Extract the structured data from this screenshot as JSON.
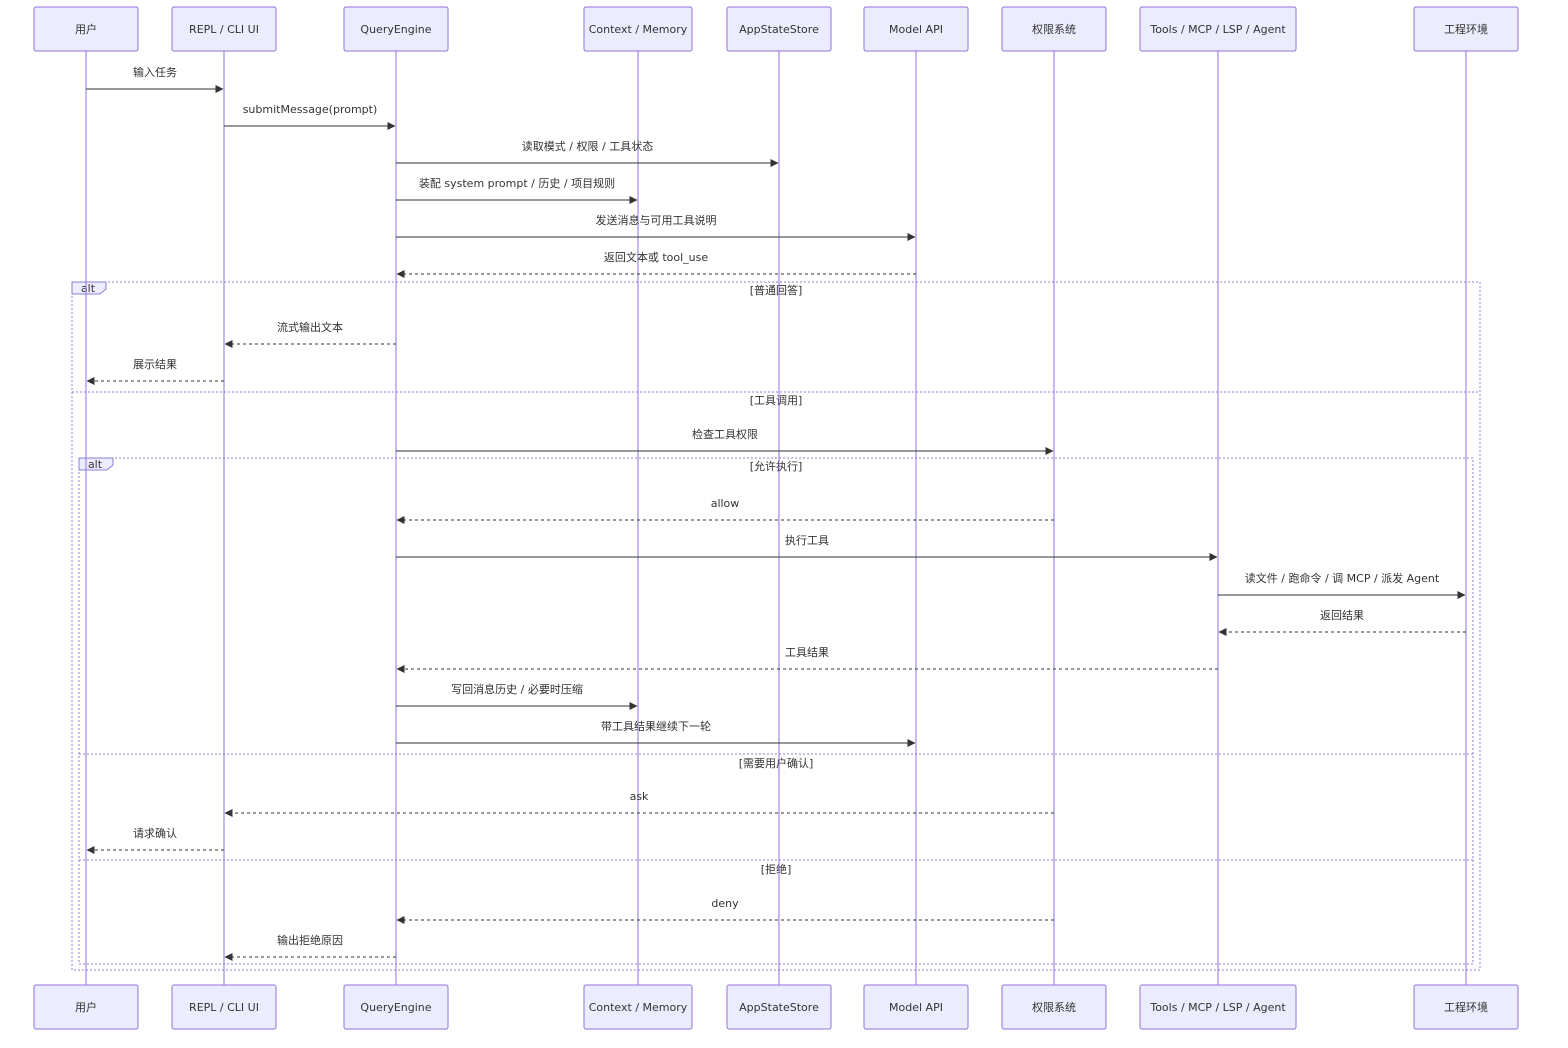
{
  "actors": [
    {
      "id": "user",
      "label": "用户"
    },
    {
      "id": "repl",
      "label": "REPL / CLI UI"
    },
    {
      "id": "qe",
      "label": "QueryEngine"
    },
    {
      "id": "ctx",
      "label": "Context / Memory"
    },
    {
      "id": "store",
      "label": "AppStateStore"
    },
    {
      "id": "model",
      "label": "Model API"
    },
    {
      "id": "perm",
      "label": "权限系统"
    },
    {
      "id": "tools",
      "label": "Tools / MCP / LSP / Agent"
    },
    {
      "id": "env",
      "label": "工程环境"
    }
  ],
  "messages": [
    {
      "from": "user",
      "to": "repl",
      "text": "输入任务",
      "style": "solid"
    },
    {
      "from": "repl",
      "to": "qe",
      "text": "submitMessage(prompt)",
      "style": "solid"
    },
    {
      "from": "qe",
      "to": "store",
      "text": "读取模式 / 权限 / 工具状态",
      "style": "solid"
    },
    {
      "from": "qe",
      "to": "ctx",
      "text": "装配 system prompt / 历史 / 项目规则",
      "style": "solid"
    },
    {
      "from": "qe",
      "to": "model",
      "text": "发送消息与可用工具说明",
      "style": "solid"
    },
    {
      "from": "model",
      "to": "qe",
      "text": "返回文本或 tool_use",
      "style": "dashed"
    },
    {
      "from": "qe",
      "to": "repl",
      "text": "流式输出文本",
      "style": "dashed"
    },
    {
      "from": "repl",
      "to": "user",
      "text": "展示结果",
      "style": "dashed"
    },
    {
      "from": "qe",
      "to": "perm",
      "text": "检查工具权限",
      "style": "solid"
    },
    {
      "from": "perm",
      "to": "qe",
      "text": "allow",
      "style": "dashed"
    },
    {
      "from": "qe",
      "to": "tools",
      "text": "执行工具",
      "style": "solid"
    },
    {
      "from": "tools",
      "to": "env",
      "text": "读文件 / 跑命令 / 调 MCP / 派发 Agent",
      "style": "solid"
    },
    {
      "from": "env",
      "to": "tools",
      "text": "返回结果",
      "style": "dashed"
    },
    {
      "from": "tools",
      "to": "qe",
      "text": "工具结果",
      "style": "dashed"
    },
    {
      "from": "qe",
      "to": "ctx",
      "text": "写回消息历史 / 必要时压缩",
      "style": "solid"
    },
    {
      "from": "qe",
      "to": "model",
      "text": "带工具结果继续下一轮",
      "style": "solid"
    },
    {
      "from": "perm",
      "to": "repl",
      "text": "ask",
      "style": "dashed"
    },
    {
      "from": "repl",
      "to": "user",
      "text": "请求确认",
      "style": "dashed"
    },
    {
      "from": "perm",
      "to": "qe",
      "text": "deny",
      "style": "dashed"
    },
    {
      "from": "qe",
      "to": "repl",
      "text": "输出拒绝原因",
      "style": "dashed"
    }
  ],
  "frames": [
    {
      "keyword": "alt",
      "sections": [
        "[普通回答]",
        "[工具调用]"
      ]
    },
    {
      "keyword": "alt",
      "sections": [
        "[允许执行]",
        "[需要用户确认]",
        "[拒绝]"
      ]
    }
  ],
  "colors": {
    "actor_fill": "#ECECFF",
    "actor_border": "#9370DB",
    "lifeline": "#9370DB",
    "message": "#333333",
    "frame": "#8f7fd6"
  }
}
